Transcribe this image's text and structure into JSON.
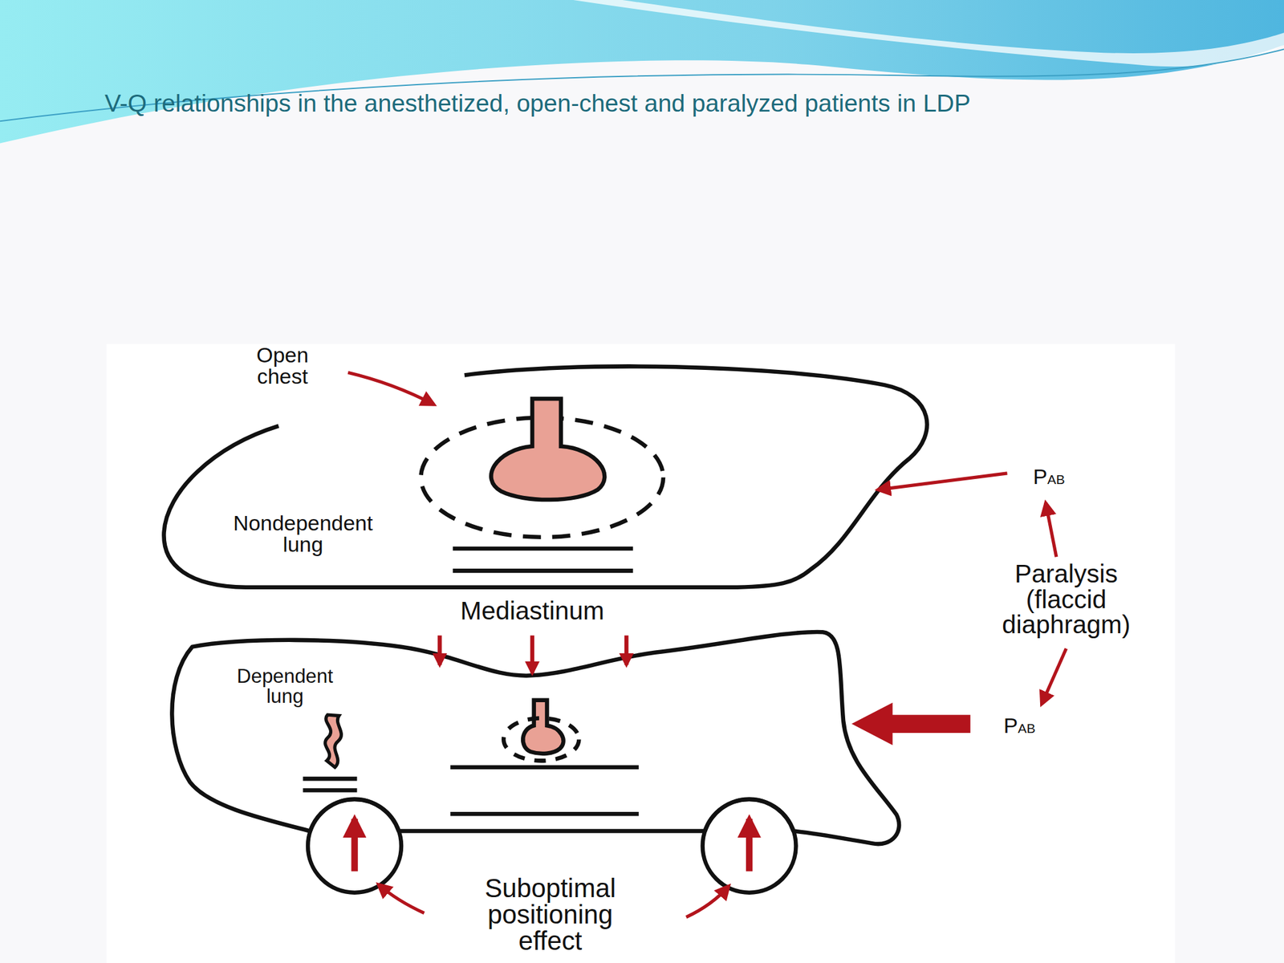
{
  "diagram": {
    "title": "V-Q relationships in the anesthetized, open-chest and paralyzed patients in LDP",
    "nodes": [
      {
        "text": [
          "Nondependent lung"
        ]
      },
      {
        "text": [
          "Dependent lung"
        ]
      }
    ],
    "labels": [
      "Open chest",
      "Mediastinum",
      "PAB",
      "Paralysis (flaccid diaphragm)",
      "PAB",
      "Suboptimal positioning effect"
    ]
  }
}
